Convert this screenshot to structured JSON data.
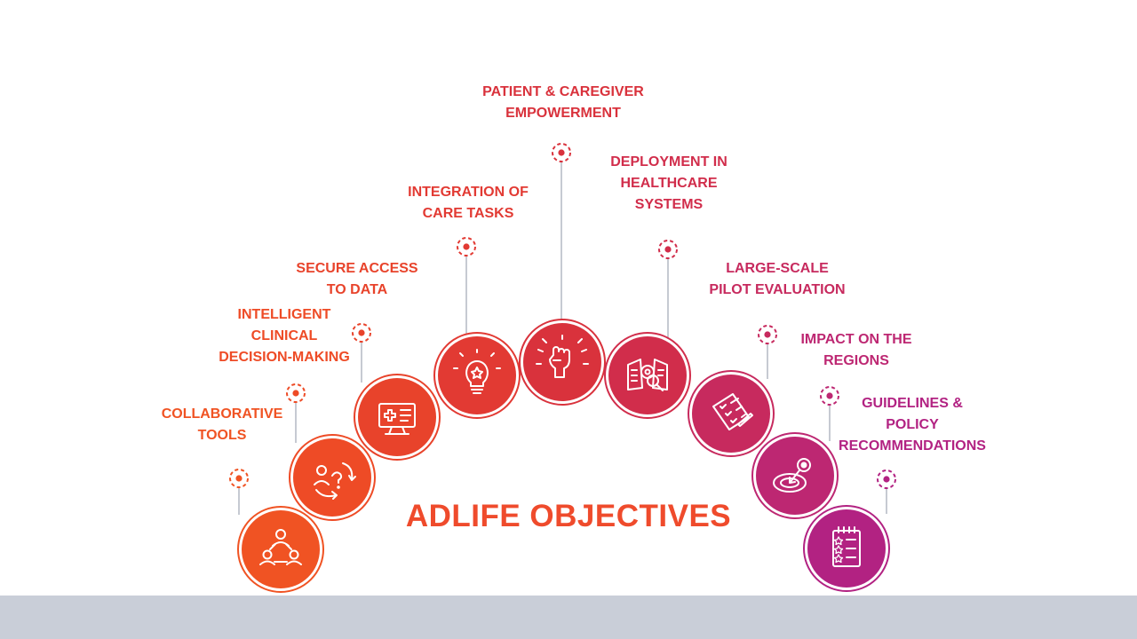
{
  "title": "ADLIFE OBJECTIVES",
  "colors": {
    "footer_band": "#c9ced8",
    "title": "#ef4b2c",
    "connector": "#b7bcc6"
  },
  "objectives": [
    {
      "id": "collaborative-tools",
      "lines": [
        "COLLABORATIVE",
        "TOOLS"
      ],
      "icon": "people-network-icon",
      "color": "#f05323"
    },
    {
      "id": "intelligent-clinical-decision-making",
      "lines": [
        "INTELLIGENT",
        "CLINICAL",
        "DECISION-MAKING"
      ],
      "icon": "decision-thinking-icon",
      "color": "#ee4b26"
    },
    {
      "id": "secure-access-to-data",
      "lines": [
        "SECURE ACCESS",
        "TO DATA"
      ],
      "icon": "medical-monitor-icon",
      "color": "#e8432b"
    },
    {
      "id": "integration-of-care-tasks",
      "lines": [
        "INTEGRATION OF",
        "CARE TASKS"
      ],
      "icon": "lightbulb-icon",
      "color": "#e23a33"
    },
    {
      "id": "patient-caregiver-empowerment",
      "lines": [
        "PATIENT & CAREGIVER",
        "EMPOWERMENT"
      ],
      "icon": "raised-fist-icon",
      "color": "#d9323c"
    },
    {
      "id": "deployment-in-healthcare-systems",
      "lines": [
        "DEPLOYMENT IN",
        "HEALTHCARE",
        "SYSTEMS"
      ],
      "icon": "gear-analysis-icon",
      "color": "#d12d4b"
    },
    {
      "id": "large-scale-pilot-evaluation",
      "lines": [
        "LARGE-SCALE",
        "PILOT EVALUATION"
      ],
      "icon": "checklist-clipboard-icon",
      "color": "#c72a5e"
    },
    {
      "id": "impact-on-the-regions",
      "lines": [
        "IMPACT ON THE",
        "REGIONS"
      ],
      "icon": "target-location-icon",
      "color": "#bd2772"
    },
    {
      "id": "guidelines-policy-recommendations",
      "lines": [
        "GUIDELINES &",
        "POLICY",
        "RECOMMENDATIONS"
      ],
      "icon": "notepad-stars-icon",
      "color": "#b22282"
    }
  ]
}
